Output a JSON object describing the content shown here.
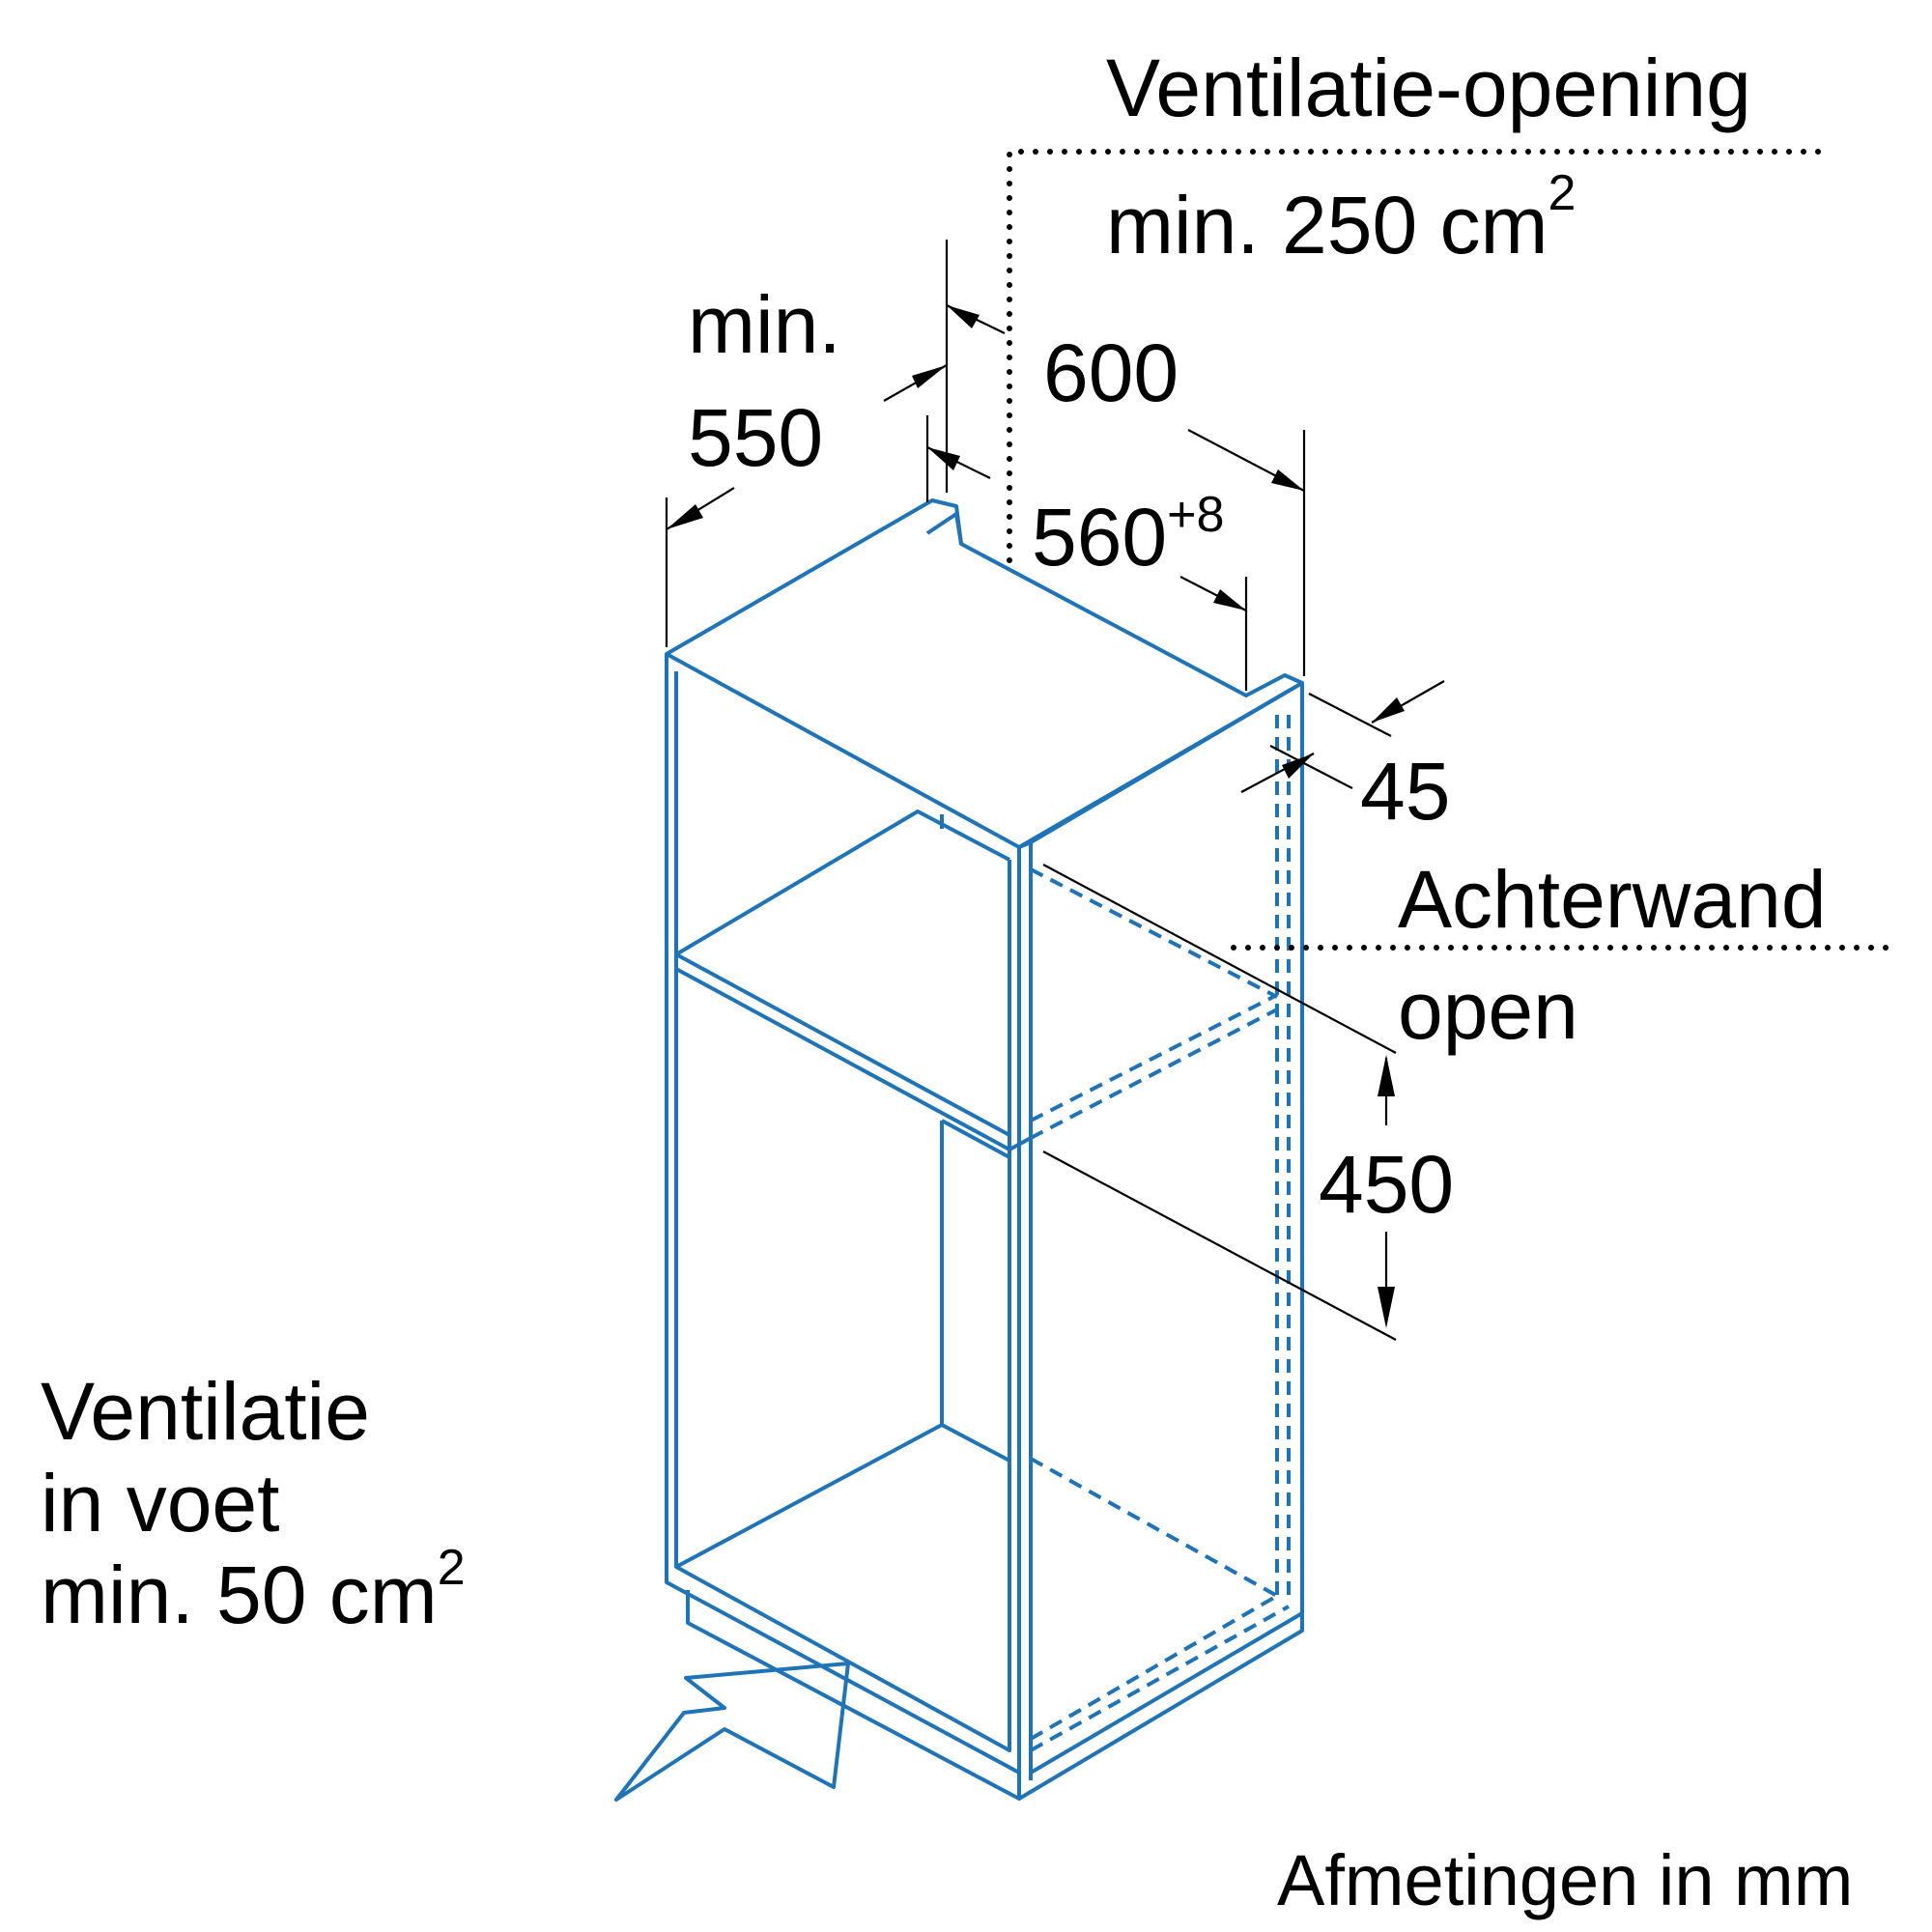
{
  "labels": {
    "vent_top_title": "Ventilatie-opening",
    "vent_top_area": "min. 250 cm",
    "vent_top_area_sup": "2",
    "min_depth_prefix": "min.",
    "min_depth_value": "550",
    "width_outer": "600",
    "width_inner": "560",
    "width_inner_sup": "+8",
    "dim_45": "45",
    "back_wall_1": "Achterwand",
    "back_wall_2": "open",
    "dim_450": "450",
    "vent_base_1": "Ventilatie",
    "vent_base_2": "in voet",
    "vent_base_3": "min. 50 cm",
    "vent_base_3_sup": "2",
    "units_note": "Afmetingen in mm"
  },
  "colors": {
    "cabinet_line": "#1f73b7",
    "dimension_line": "#000000"
  },
  "icons": {
    "airflow": "inflow-arrow-icon"
  }
}
